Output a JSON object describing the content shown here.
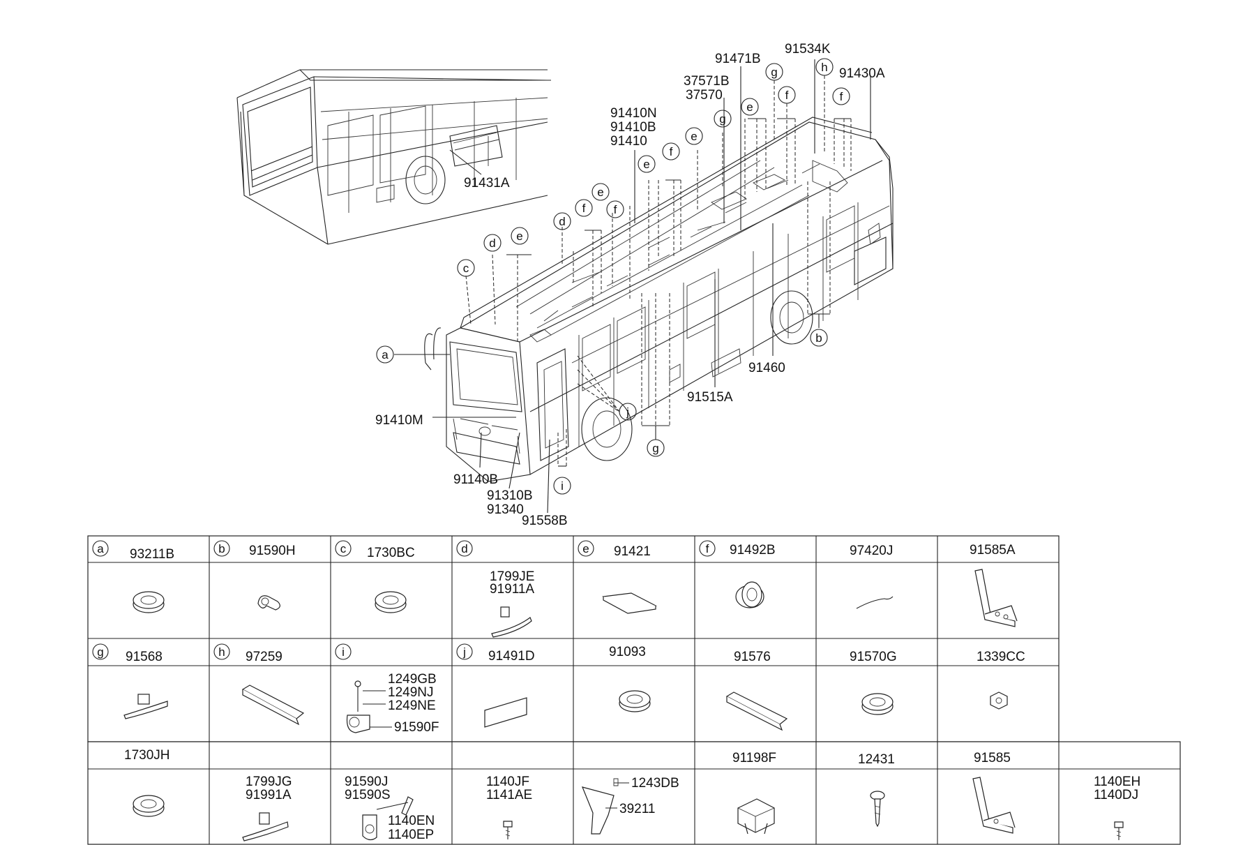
{
  "callouts": {
    "c91431A": "91431A",
    "c91471B": "91471B",
    "c91534K": "91534K",
    "c91430A": "91430A",
    "c37571B": "37571B",
    "c37570": "37570",
    "c91410N": "91410N",
    "c91410B": "91410B",
    "c91410": "91410",
    "c91460": "91460",
    "c91515A": "91515A",
    "c91410M": "91410M",
    "c91140B": "91140B",
    "c91310B": "91310B",
    "c91340": "91340",
    "c91558B": "91558B"
  },
  "letters": {
    "a": "a",
    "b": "b",
    "c": "c",
    "d": "d",
    "e": "e",
    "f": "f",
    "g": "g",
    "h": "h",
    "i": "i",
    "j": "j"
  },
  "table": {
    "r1": [
      {
        "letter": "a",
        "labels": [
          "93211B"
        ],
        "parts": []
      },
      {
        "letter": "b",
        "labels": [
          "91590H"
        ],
        "parts": []
      },
      {
        "letter": "c",
        "labels": [
          "1730BC"
        ],
        "parts": []
      },
      {
        "letter": "d",
        "labels": [],
        "parts": [
          "1799JE",
          "91911A"
        ]
      },
      {
        "letter": "e",
        "labels": [
          "91421"
        ],
        "parts": []
      },
      {
        "letter": "f",
        "labels": [
          "91492B"
        ],
        "parts": []
      },
      {
        "letter": "",
        "labels": [
          "97420J"
        ],
        "parts": []
      },
      {
        "letter": "",
        "labels": [
          "91585A"
        ],
        "parts": []
      }
    ],
    "r2": [
      {
        "letter": "g",
        "labels": [
          "91568"
        ],
        "parts": []
      },
      {
        "letter": "h",
        "labels": [
          "97259"
        ],
        "parts": []
      },
      {
        "letter": "i",
        "labels": [],
        "parts": [
          "1249GB",
          "1249NJ",
          "1249NE",
          "91590F"
        ]
      },
      {
        "letter": "j",
        "labels": [
          "91491D"
        ],
        "parts": []
      },
      {
        "letter": "",
        "labels": [
          "91093"
        ],
        "parts": []
      },
      {
        "letter": "",
        "labels": [
          "91576"
        ],
        "parts": []
      },
      {
        "letter": "",
        "labels": [
          "91570G"
        ],
        "parts": []
      },
      {
        "letter": "",
        "labels": [
          "1339CC"
        ],
        "parts": []
      }
    ],
    "r3": [
      {
        "letter": "",
        "labels": [
          "1730JH"
        ],
        "parts": []
      },
      {
        "letter": "",
        "labels": [],
        "parts": [
          "1799JG",
          "91991A"
        ]
      },
      {
        "letter": "",
        "labels": [],
        "parts": [
          "91590J",
          "91590S",
          "1140EN",
          "1140EP"
        ]
      },
      {
        "letter": "",
        "labels": [],
        "parts": [
          "1140JF",
          "1141AE"
        ]
      },
      {
        "letter": "",
        "labels": [],
        "parts": [
          "1243DB",
          "39211"
        ]
      },
      {
        "letter": "",
        "labels": [
          "91198F"
        ],
        "parts": []
      },
      {
        "letter": "",
        "labels": [
          "12431"
        ],
        "parts": []
      },
      {
        "letter": "",
        "labels": [
          "91585"
        ],
        "parts": []
      },
      {
        "letter": "",
        "labels": [],
        "parts": [
          "1140EH",
          "1140DJ"
        ]
      }
    ]
  }
}
